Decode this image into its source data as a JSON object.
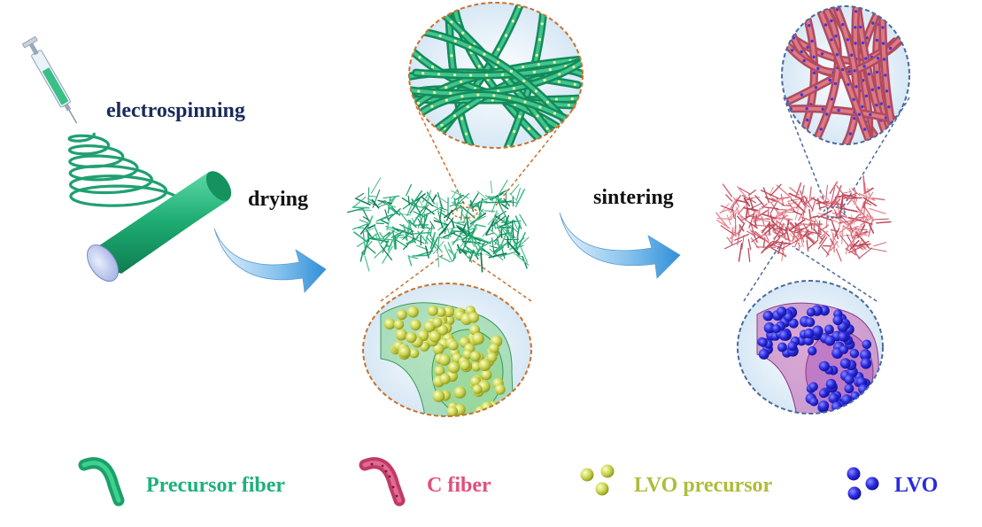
{
  "steps": {
    "electrospinning": "electrospinning",
    "drying": "drying",
    "sintering": "sintering"
  },
  "legend": [
    {
      "label": "Precursor fiber",
      "color": "#1fb07a",
      "icon": "precursor-fiber-icon"
    },
    {
      "label": "C fiber",
      "color": "#e0507a",
      "icon": "c-fiber-icon"
    },
    {
      "label": "LVO precursor",
      "color": "#b0bc3c",
      "icon": "lvo-precursor-icon"
    },
    {
      "label": "LVO",
      "color": "#2a2ae0",
      "icon": "lvo-icon"
    }
  ],
  "colors": {
    "electrospinning_text": "#1a2b5c",
    "precursor_fiber": "#1fb07a",
    "c_fiber": "#e0707a",
    "lvo_precursor": "#c8d04a",
    "lvo": "#2a2ae0",
    "arrow": "#5aa8e0",
    "precursor_zoom_border": "#c8722e",
    "c_zoom_border": "#4a6a9a"
  }
}
